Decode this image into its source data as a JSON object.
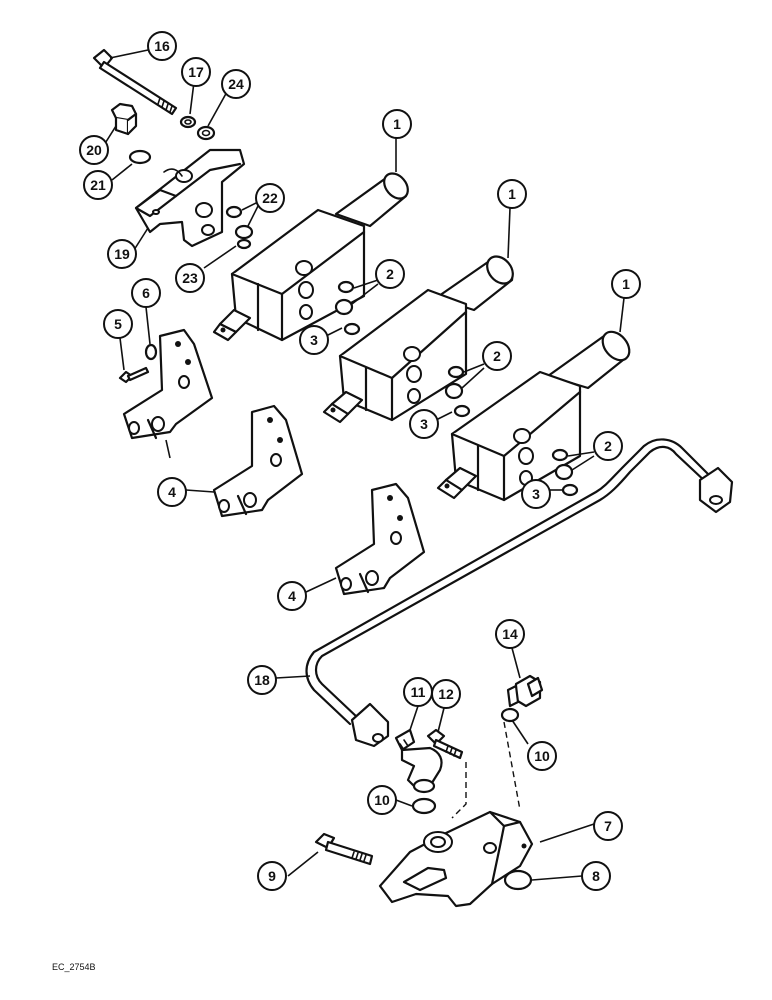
{
  "drawing_ref": "EC_2754B",
  "callouts": [
    {
      "id": "c16",
      "label": "16"
    },
    {
      "id": "c17",
      "label": "17"
    },
    {
      "id": "c24",
      "label": "24"
    },
    {
      "id": "c20",
      "label": "20"
    },
    {
      "id": "c21",
      "label": "21"
    },
    {
      "id": "c19",
      "label": "19"
    },
    {
      "id": "c22",
      "label": "22"
    },
    {
      "id": "c23",
      "label": "23"
    },
    {
      "id": "c1a",
      "label": "1"
    },
    {
      "id": "c1b",
      "label": "1"
    },
    {
      "id": "c1c",
      "label": "1"
    },
    {
      "id": "c2a",
      "label": "2"
    },
    {
      "id": "c3a",
      "label": "3"
    },
    {
      "id": "c2b",
      "label": "2"
    },
    {
      "id": "c3b",
      "label": "3"
    },
    {
      "id": "c2c",
      "label": "2"
    },
    {
      "id": "c3c",
      "label": "3"
    },
    {
      "id": "c6",
      "label": "6"
    },
    {
      "id": "c5",
      "label": "5"
    },
    {
      "id": "c4a",
      "label": "4"
    },
    {
      "id": "c4b",
      "label": "4"
    },
    {
      "id": "c18",
      "label": "18"
    },
    {
      "id": "c14",
      "label": "14"
    },
    {
      "id": "c11",
      "label": "11"
    },
    {
      "id": "c12",
      "label": "12"
    },
    {
      "id": "c10a",
      "label": "10"
    },
    {
      "id": "c10b",
      "label": "10"
    },
    {
      "id": "c7",
      "label": "7"
    },
    {
      "id": "c9",
      "label": "9"
    },
    {
      "id": "c8",
      "label": "8"
    }
  ]
}
